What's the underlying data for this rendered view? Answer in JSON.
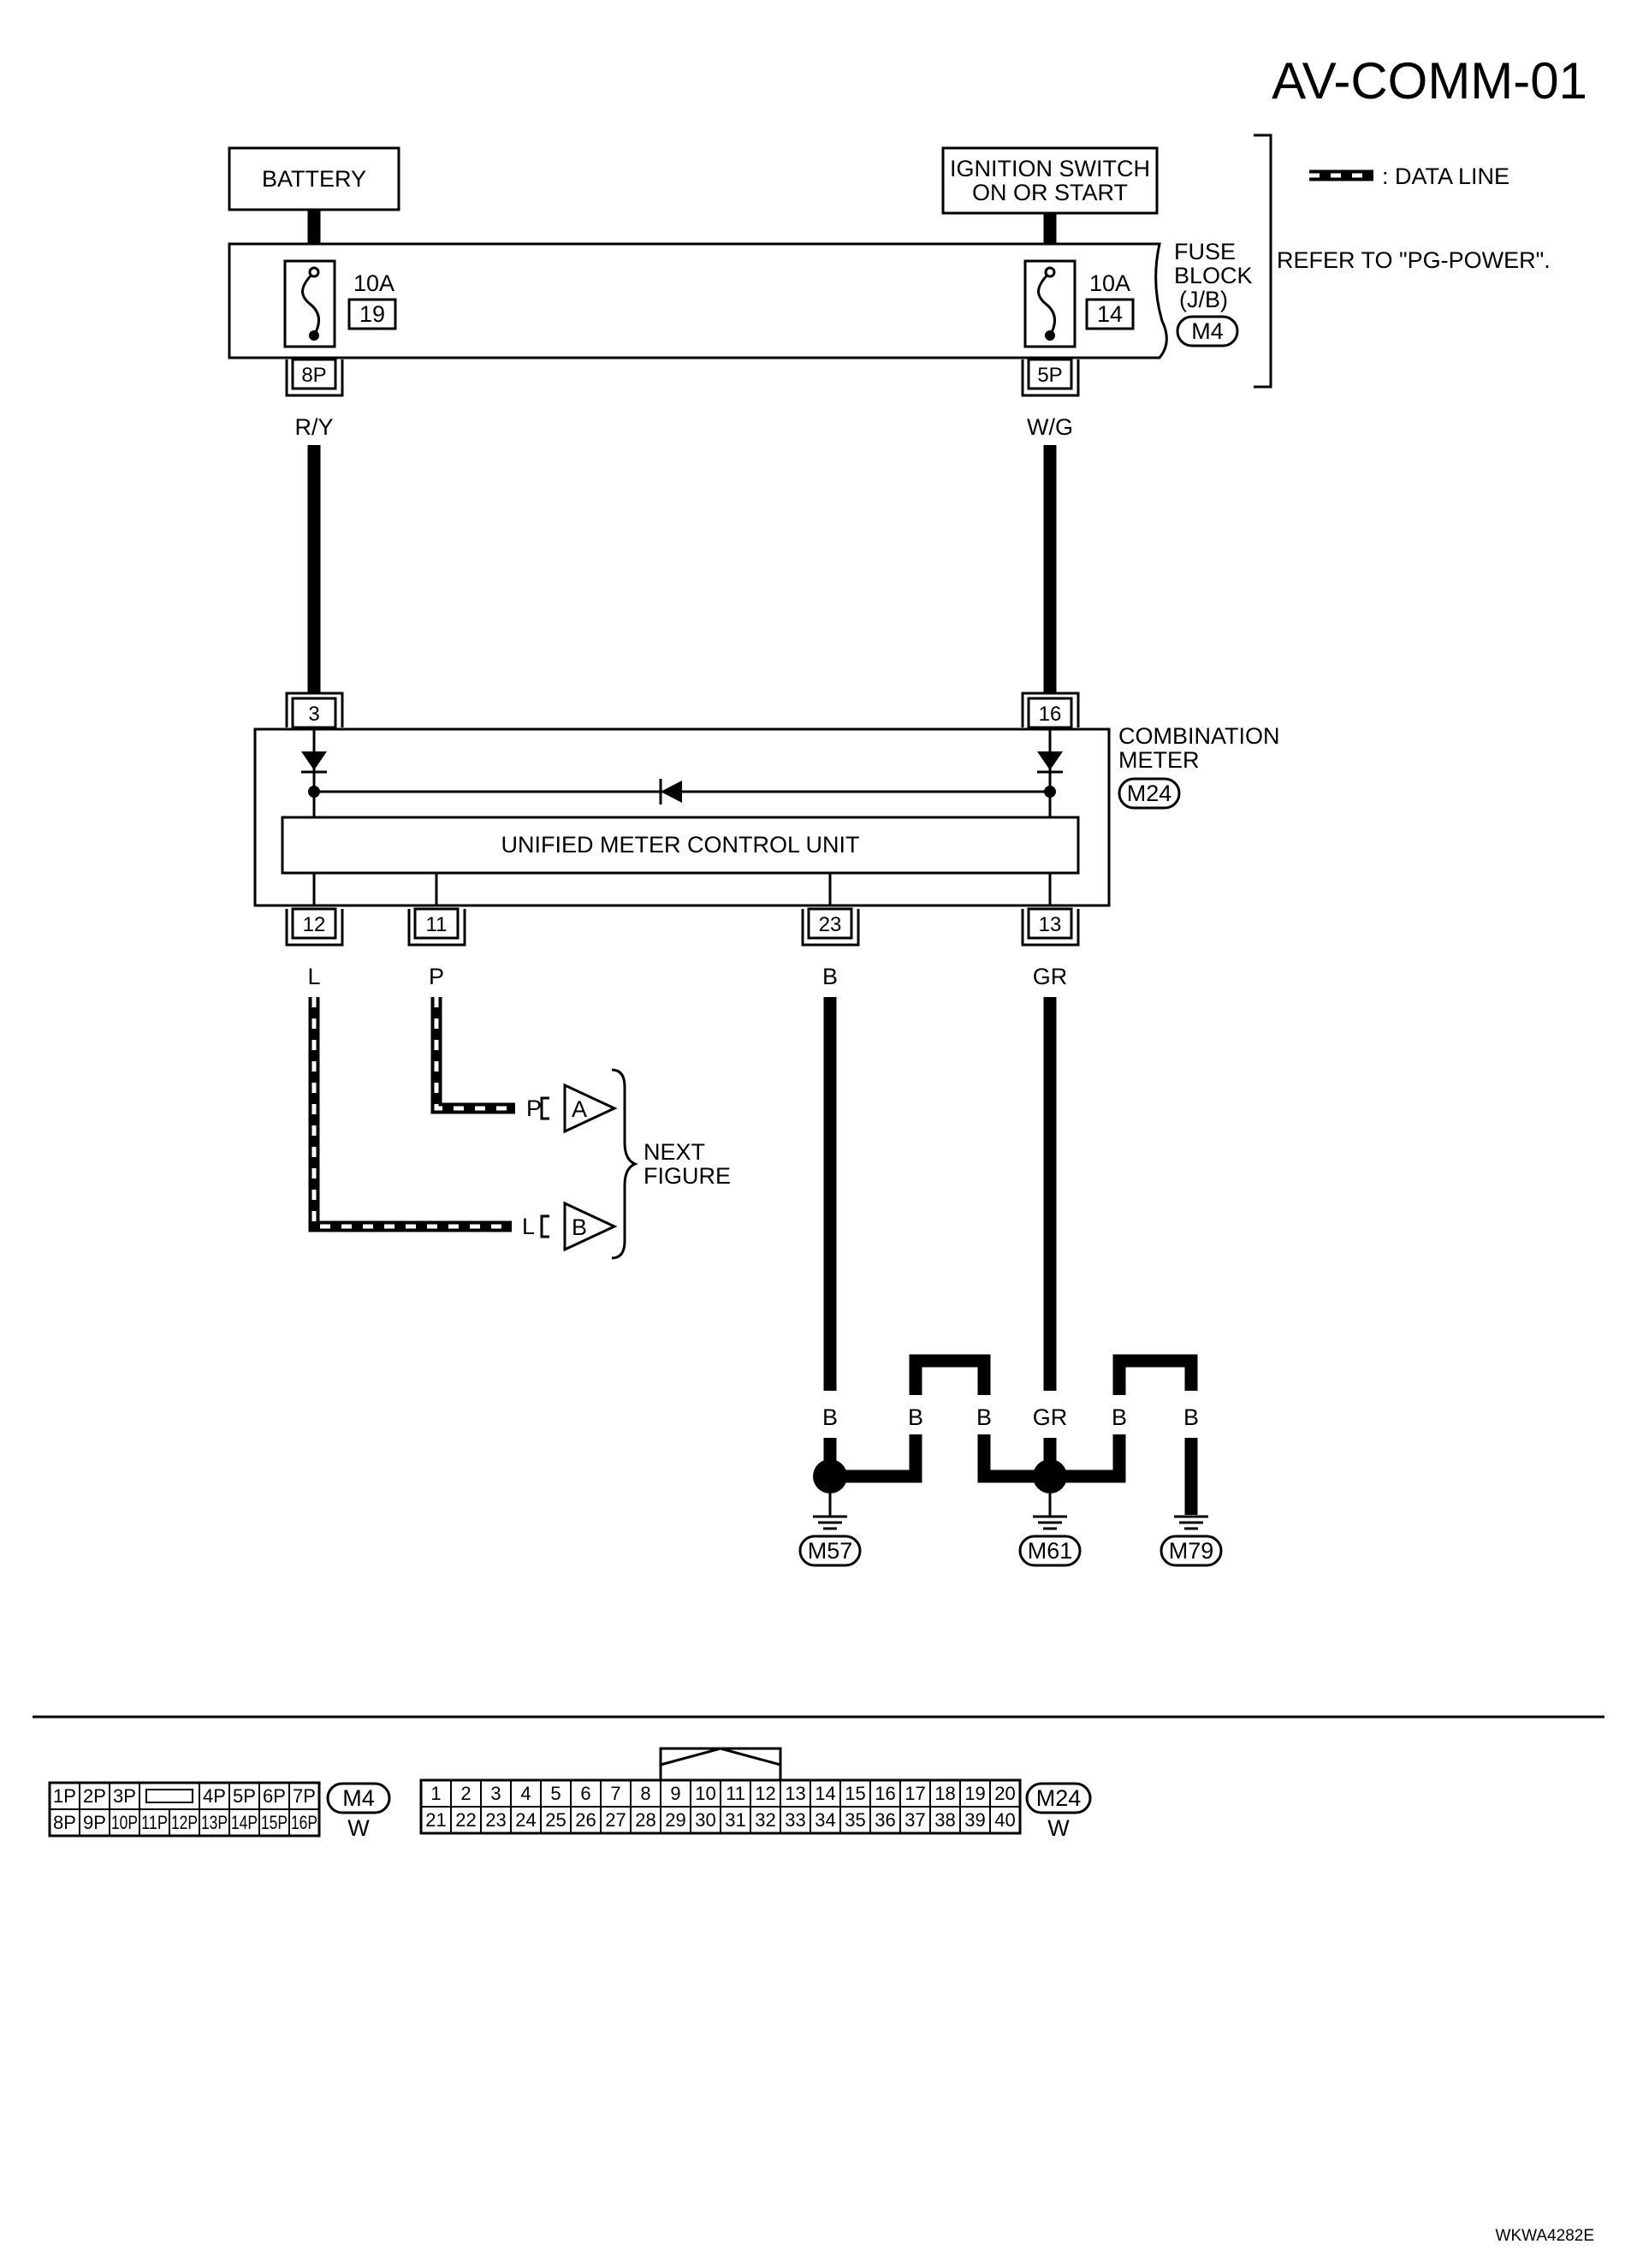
{
  "title": "AV-COMM-01",
  "legend": {
    "data_line": ": DATA LINE"
  },
  "note": {
    "refer": "REFER TO \"PG-POWER\"."
  },
  "battery": {
    "label": "BATTERY"
  },
  "ignition": {
    "line1": "IGNITION SWITCH",
    "line2": "ON OR START"
  },
  "fuse_block": {
    "line1": "FUSE",
    "line2": "BLOCK",
    "line3": "(J/B)",
    "connector": "M4",
    "fuse1": {
      "amp": "10A",
      "num": "19",
      "pin": "8P",
      "wire": "R/Y"
    },
    "fuse2": {
      "amp": "10A",
      "num": "14",
      "pin": "5P",
      "wire": "W/G"
    }
  },
  "meter": {
    "line1": "COMBINATION",
    "line2": "METER",
    "connector": "M24",
    "unit": "UNIFIED METER CONTROL UNIT",
    "pin_top_left": "3",
    "pin_top_right": "16",
    "pins_bottom": [
      {
        "pin": "12",
        "wire": "L"
      },
      {
        "pin": "11",
        "wire": "P"
      },
      {
        "pin": "23",
        "wire": "B"
      },
      {
        "pin": "13",
        "wire": "GR"
      }
    ]
  },
  "next_figure": {
    "line1": "NEXT",
    "line2": "FIGURE",
    "arrow_a": {
      "wire": "P",
      "letter": "A"
    },
    "arrow_b": {
      "wire": "L",
      "letter": "B"
    }
  },
  "grounds": {
    "wire_labels": [
      "B",
      "B",
      "B",
      "GR",
      "B",
      "B"
    ],
    "connectors": [
      "M57",
      "M61",
      "M79"
    ]
  },
  "connector_m4": {
    "id": "M4",
    "color": "W",
    "row1": [
      "1P",
      "2P",
      "3P",
      "",
      "4P",
      "5P",
      "6P",
      "7P"
    ],
    "row2": [
      "8P",
      "9P",
      "10P",
      "11P",
      "12P",
      "13P",
      "14P",
      "15P",
      "16P"
    ]
  },
  "connector_m24": {
    "id": "M24",
    "color": "W",
    "row1": [
      "1",
      "2",
      "3",
      "4",
      "5",
      "6",
      "7",
      "8",
      "9",
      "10",
      "11",
      "12",
      "13",
      "14",
      "15",
      "16",
      "17",
      "18",
      "19",
      "20"
    ],
    "row2": [
      "21",
      "22",
      "23",
      "24",
      "25",
      "26",
      "27",
      "28",
      "29",
      "30",
      "31",
      "32",
      "33",
      "34",
      "35",
      "36",
      "37",
      "38",
      "39",
      "40"
    ]
  },
  "doc_code": "WKWA4282E"
}
